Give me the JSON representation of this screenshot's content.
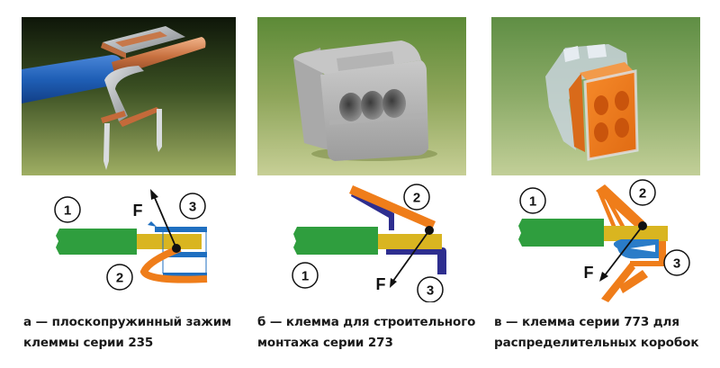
{
  "panels": [
    {
      "id": "a",
      "photo_subject": "flat spring clamp on copper wire with blue insulation",
      "diagram": {
        "labels": [
          "1",
          "2",
          "3"
        ],
        "force_label": "F"
      },
      "caption": {
        "line1": "а — плоскопружинный зажим",
        "line2": "клеммы серии 235"
      }
    },
    {
      "id": "b",
      "photo_subject": "grey push-in terminal with 3 wire entries",
      "diagram": {
        "labels": [
          "1",
          "2",
          "3"
        ],
        "force_label": "F"
      },
      "caption": {
        "line1": "б — клемма для строительного",
        "line2": "монтажа серии 273"
      }
    },
    {
      "id": "c",
      "photo_subject": "transparent connector with orange face and 4 wire entries",
      "diagram": {
        "labels": [
          "1",
          "2",
          "3"
        ],
        "force_label": "F"
      },
      "caption": {
        "line1": "в — клемма серии 773 для",
        "line2": "распределительных коробок"
      }
    }
  ],
  "colors": {
    "wire_insulation": "#2f9e3e",
    "conductor": "#d9b520",
    "spring": "#ef7d1a",
    "busbar_a": "#1f6fc0",
    "busbar_b": "#2e2e8f",
    "busbar_c": "#2a7cc8",
    "force_arrow": "#111111",
    "photo_bg_top": "#5e8a3c",
    "photo_bg_bottom": "#b9c48a"
  }
}
